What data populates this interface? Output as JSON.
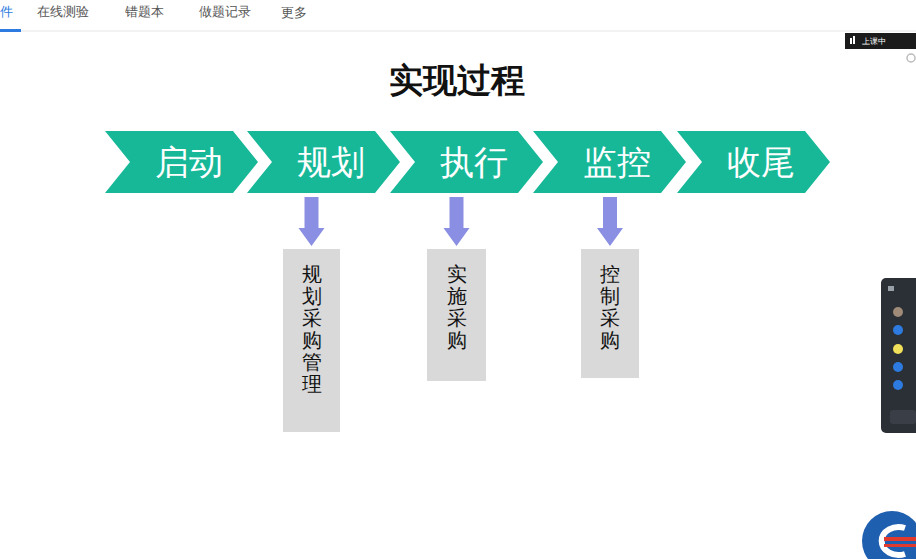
{
  "diagram": {
    "title": "实现过程",
    "nodes": [
      {
        "text": [
          "启动"
        ]
      },
      {
        "text": [
          "规划"
        ]
      },
      {
        "text": [
          "执行"
        ]
      },
      {
        "text": [
          "监控"
        ]
      },
      {
        "text": [
          "收尾"
        ]
      },
      {
        "text": [
          "规划采购管理"
        ]
      },
      {
        "text": [
          "实施采购"
        ]
      },
      {
        "text": [
          "控制采购"
        ]
      }
    ],
    "edges": [
      {
        "from": 1,
        "to": 5,
        "arrow": "to"
      },
      {
        "from": 2,
        "to": 6,
        "arrow": "to"
      },
      {
        "from": 3,
        "to": 7,
        "arrow": "to"
      }
    ],
    "labels": [
      "件",
      "在线测验",
      "错题本",
      "做题记录",
      "更多",
      "上课中"
    ]
  }
}
